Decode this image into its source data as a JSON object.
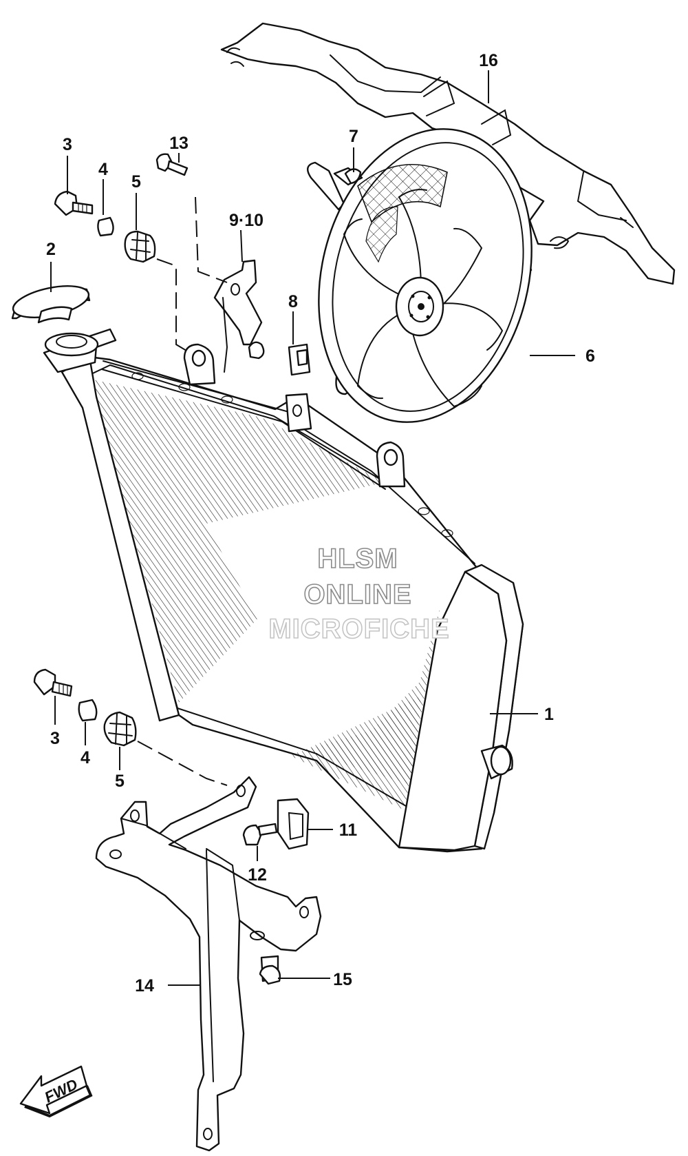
{
  "callouts": {
    "c1": "1",
    "c2": "2",
    "c3a": "3",
    "c3b": "3",
    "c4a": "4",
    "c4b": "4",
    "c5a": "5",
    "c5b": "5",
    "c6": "6",
    "c7": "7",
    "c8": "8",
    "c9_10": "9·10",
    "c11": "11",
    "c12": "12",
    "c13": "13",
    "c14": "14",
    "c15": "15",
    "c16": "16"
  },
  "watermark": {
    "line1": "HLSM",
    "line2": "ONLINE",
    "line3": "MICROFICHE"
  },
  "direction_label": "FWD"
}
